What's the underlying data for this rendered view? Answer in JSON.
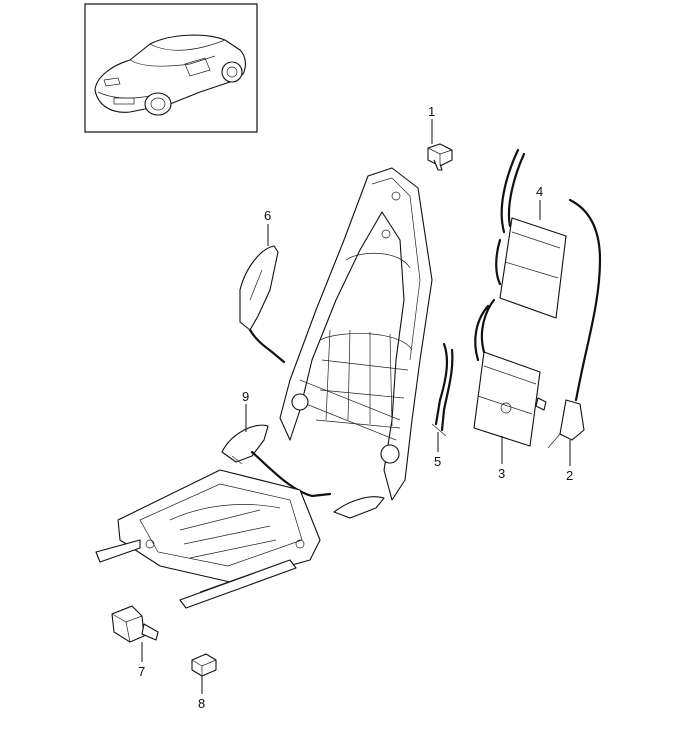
{
  "diagram": {
    "callouts": [
      {
        "id": "1",
        "label": "1",
        "part": "switch"
      },
      {
        "id": "2",
        "label": "2",
        "part": "wiring-harness"
      },
      {
        "id": "3",
        "label": "3",
        "part": "seat-heater-cushion"
      },
      {
        "id": "4",
        "label": "4",
        "part": "seat-heater-backrest"
      },
      {
        "id": "5",
        "label": "5",
        "part": "wire-bundle"
      },
      {
        "id": "6",
        "label": "6",
        "part": "side-cover-backrest"
      },
      {
        "id": "7",
        "label": "7",
        "part": "control-unit"
      },
      {
        "id": "8",
        "label": "8",
        "part": "clip"
      },
      {
        "id": "9",
        "label": "9",
        "part": "side-cover-cushion"
      }
    ],
    "thumbnail": {
      "vehicle": "sports-coupe"
    }
  }
}
